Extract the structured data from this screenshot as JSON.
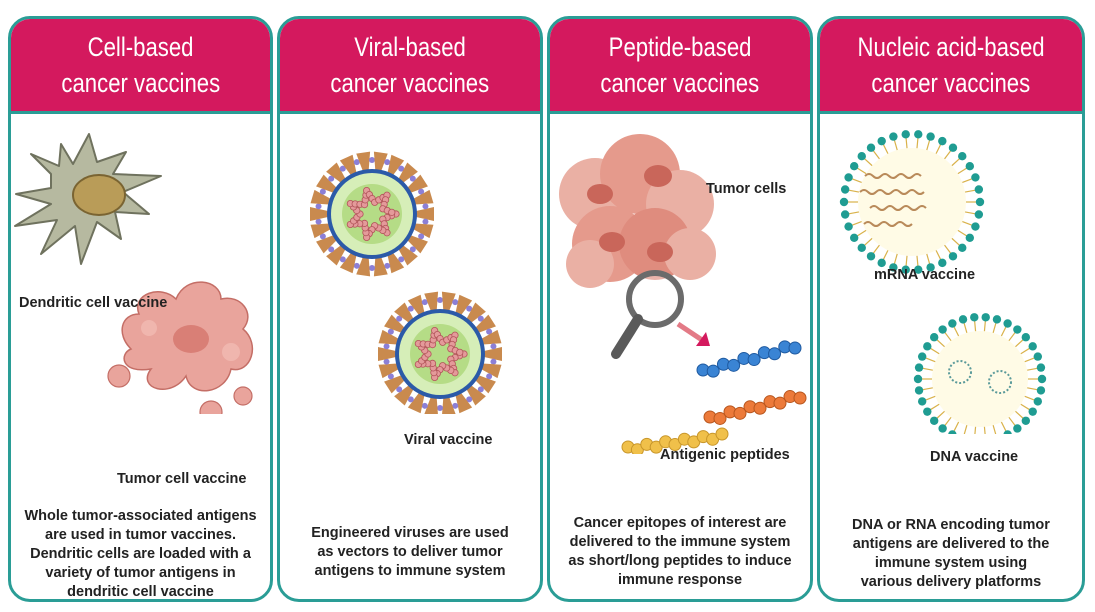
{
  "panels": [
    {
      "title": [
        "Cell-based",
        "cancer vaccines"
      ],
      "labels": [
        "Dendritic cell vaccine",
        "Tumor cell vaccine"
      ],
      "description": [
        "Whole tumor-associated antigens",
        "are used in tumor vaccines.",
        "Dendritic cells are loaded with a",
        "variety of tumor antigens in",
        "dendritic cell vaccine"
      ]
    },
    {
      "title": [
        "Viral-based",
        "cancer vaccines"
      ],
      "labels": [
        "Viral vaccine"
      ],
      "description": [
        "Engineered viruses are used",
        "as vectors to deliver tumor",
        "antigens to immune system"
      ]
    },
    {
      "title": [
        "Peptide-based",
        "cancer vaccines"
      ],
      "labels": [
        "Tumor cells",
        "Antigenic peptides"
      ],
      "description": [
        "Cancer epitopes of interest are",
        "delivered to the immune system",
        "as short/long peptides to induce",
        "immune response"
      ]
    },
    {
      "title": [
        "Nucleic acid-based",
        "cancer vaccines"
      ],
      "labels": [
        "mRNA vaccine",
        "DNA vaccine"
      ],
      "description": [
        "DNA or RNA encoding tumor",
        "antigens are delivered to the",
        "immune system using",
        "various delivery platforms"
      ]
    }
  ],
  "colors": {
    "header": "#d4195e",
    "border": "#2a9d96"
  }
}
